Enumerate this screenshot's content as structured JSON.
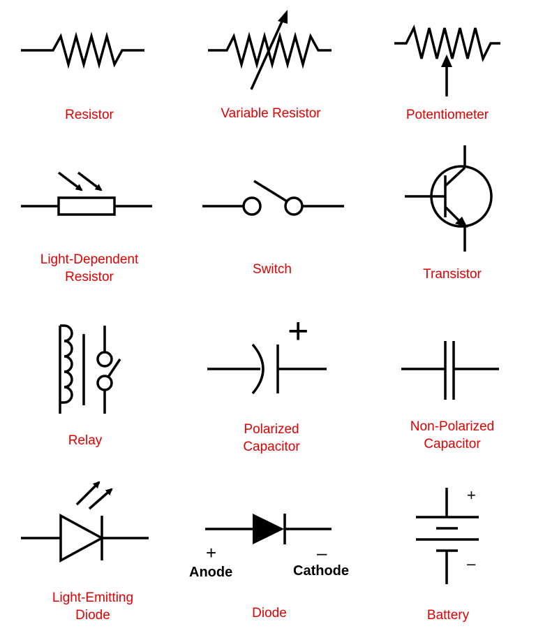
{
  "symbols": [
    {
      "lines": [
        "Resistor"
      ]
    },
    {
      "lines": [
        "Variable Resistor"
      ]
    },
    {
      "lines": [
        "Potentiometer"
      ]
    },
    {
      "lines": [
        "Light-Dependent",
        "Resistor"
      ]
    },
    {
      "lines": [
        "Switch"
      ]
    },
    {
      "lines": [
        "Transistor"
      ]
    },
    {
      "lines": [
        "Relay"
      ]
    },
    {
      "lines": [
        "Polarized",
        "Capacitor"
      ]
    },
    {
      "lines": [
        "Non-Polarized",
        "Capacitor"
      ]
    },
    {
      "lines": [
        "Light-Emitting",
        "Diode"
      ]
    },
    {
      "lines": [
        "Diode"
      ]
    },
    {
      "lines": [
        "Battery"
      ]
    }
  ],
  "diode_terminals": {
    "anode_sign": "+",
    "anode_label": "Anode",
    "cathode_sign": "–",
    "cathode_label": "Cathode"
  },
  "polarity_marks": {
    "capacitor_plus": "+",
    "battery_plus": "+",
    "battery_minus": "–"
  },
  "colors": {
    "label": "#e00000",
    "symbol": "#000000",
    "background": "#ffffff"
  }
}
